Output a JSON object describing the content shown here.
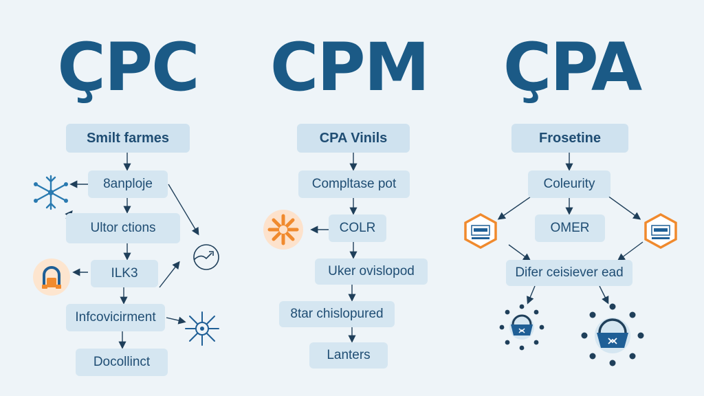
{
  "columns": [
    {
      "heading": "ÇPC",
      "title": "Smilt farmes",
      "items": [
        "8anploje",
        "Ultor ctions",
        "ILK3",
        "Infcovicirment",
        "Docollinct"
      ]
    },
    {
      "heading": "CPM",
      "title": "CPA Vinils",
      "items": [
        "Compltase pot",
        "COLR",
        "Uker ovislopod",
        "8tar chislopured",
        "Lanters"
      ]
    },
    {
      "heading": "ÇPA",
      "title": "Frosetine",
      "items": [
        "Coleurity",
        "OMER",
        "Difer ceisiever ead"
      ]
    }
  ],
  "colors": {
    "background": "#eef4f8",
    "heading": "#1b5a86",
    "box": "#d5e6f1",
    "text": "#1f4d73",
    "accent_orange": "#f08a2e",
    "accent_blue": "#2a7ab0"
  },
  "icons": [
    "snowflake-icon",
    "lock-icon",
    "sun-icon",
    "hexagon-badge-icon",
    "basket-icon",
    "spiral-icon",
    "network-node-icon"
  ]
}
